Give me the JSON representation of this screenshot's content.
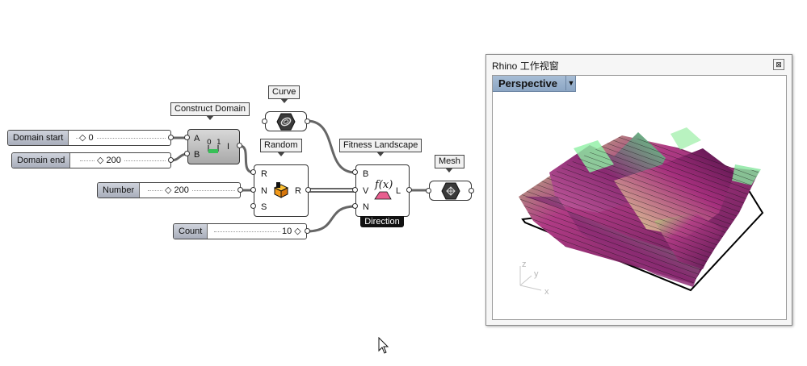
{
  "canvas": {
    "sliders": [
      {
        "id": "domain_start",
        "label": "Domain start",
        "value": "0"
      },
      {
        "id": "domain_end",
        "label": "Domain end",
        "value": "200"
      },
      {
        "id": "number",
        "label": "Number",
        "value": "200"
      },
      {
        "id": "count",
        "label": "Count",
        "value": "10"
      }
    ],
    "construct_domain": {
      "tag": "Construct Domain",
      "inputs": [
        "A",
        "B"
      ],
      "output": "I"
    },
    "curve": {
      "tag": "Curve"
    },
    "random": {
      "tag": "Random",
      "inputs": [
        "R",
        "N",
        "S"
      ],
      "output": "R"
    },
    "fitness": {
      "tag": "Fitness Landscape",
      "inputs": [
        "B",
        "V",
        "N"
      ],
      "output": "L",
      "footer": "Direction",
      "formula": "f(x)"
    },
    "mesh": {
      "tag": "Mesh"
    }
  },
  "viewport": {
    "title": "Rhino 工作视窗",
    "view_name": "Perspective",
    "axes": {
      "x": "x",
      "y": "y",
      "z": "z"
    }
  }
}
